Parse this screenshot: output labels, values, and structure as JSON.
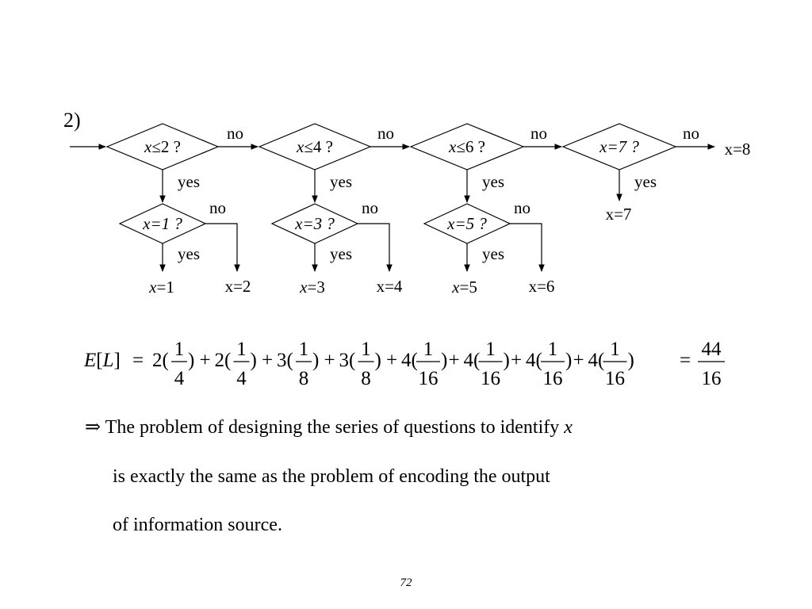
{
  "section_label": "2)",
  "flowchart": {
    "main_decisions": [
      {
        "var": "x",
        "cond": "≤2 ?"
      },
      {
        "var": "x",
        "cond": "≤4 ?"
      },
      {
        "var": "x",
        "cond": "≤6 ?"
      },
      {
        "var": "x",
        "cond": "=7 ?"
      }
    ],
    "sub_decisions": [
      {
        "var": "x",
        "cond": "=1 ?"
      },
      {
        "var": "x",
        "cond": "=3 ?"
      },
      {
        "var": "x",
        "cond": "=5 ?"
      }
    ],
    "yes_label": "yes",
    "no_label": "no",
    "outcomes": {
      "x1": "=1",
      "x2": "x=2",
      "x3": "=3",
      "x4": "x=4",
      "x5": "=5",
      "x6": "x=6",
      "x7": "x=7",
      "x8": "x=8",
      "var": "x"
    }
  },
  "equation": {
    "lhs_E": "E",
    "lhs_L": "L",
    "lhs_bracket_open": "[",
    "lhs_bracket_close": "]",
    "eq": "=",
    "terms": [
      {
        "coef": "2(",
        "num": "1",
        "den": "4"
      },
      {
        "coef": "2(",
        "num": "1",
        "den": "4"
      },
      {
        "coef": "3(",
        "num": "1",
        "den": "8"
      },
      {
        "coef": "3(",
        "num": "1",
        "den": "8"
      },
      {
        "coef": "4(",
        "num": "1",
        "den": "16"
      },
      {
        "coef": "4(",
        "num": "1",
        "den": "16"
      },
      {
        "coef": "4(",
        "num": "1",
        "den": "16"
      },
      {
        "coef": "4(",
        "num": "1",
        "den": "16"
      }
    ],
    "close_paren": ")",
    "plus": "+",
    "result_num": "44",
    "result_den": "16"
  },
  "conclusion": {
    "arrow": "⇒",
    "line1": " The problem of designing the series of questions to identify ",
    "line1_var": "x",
    "line2": "is exactly the same as the problem of encoding the output",
    "line3": "of information source."
  },
  "page_number": "72"
}
